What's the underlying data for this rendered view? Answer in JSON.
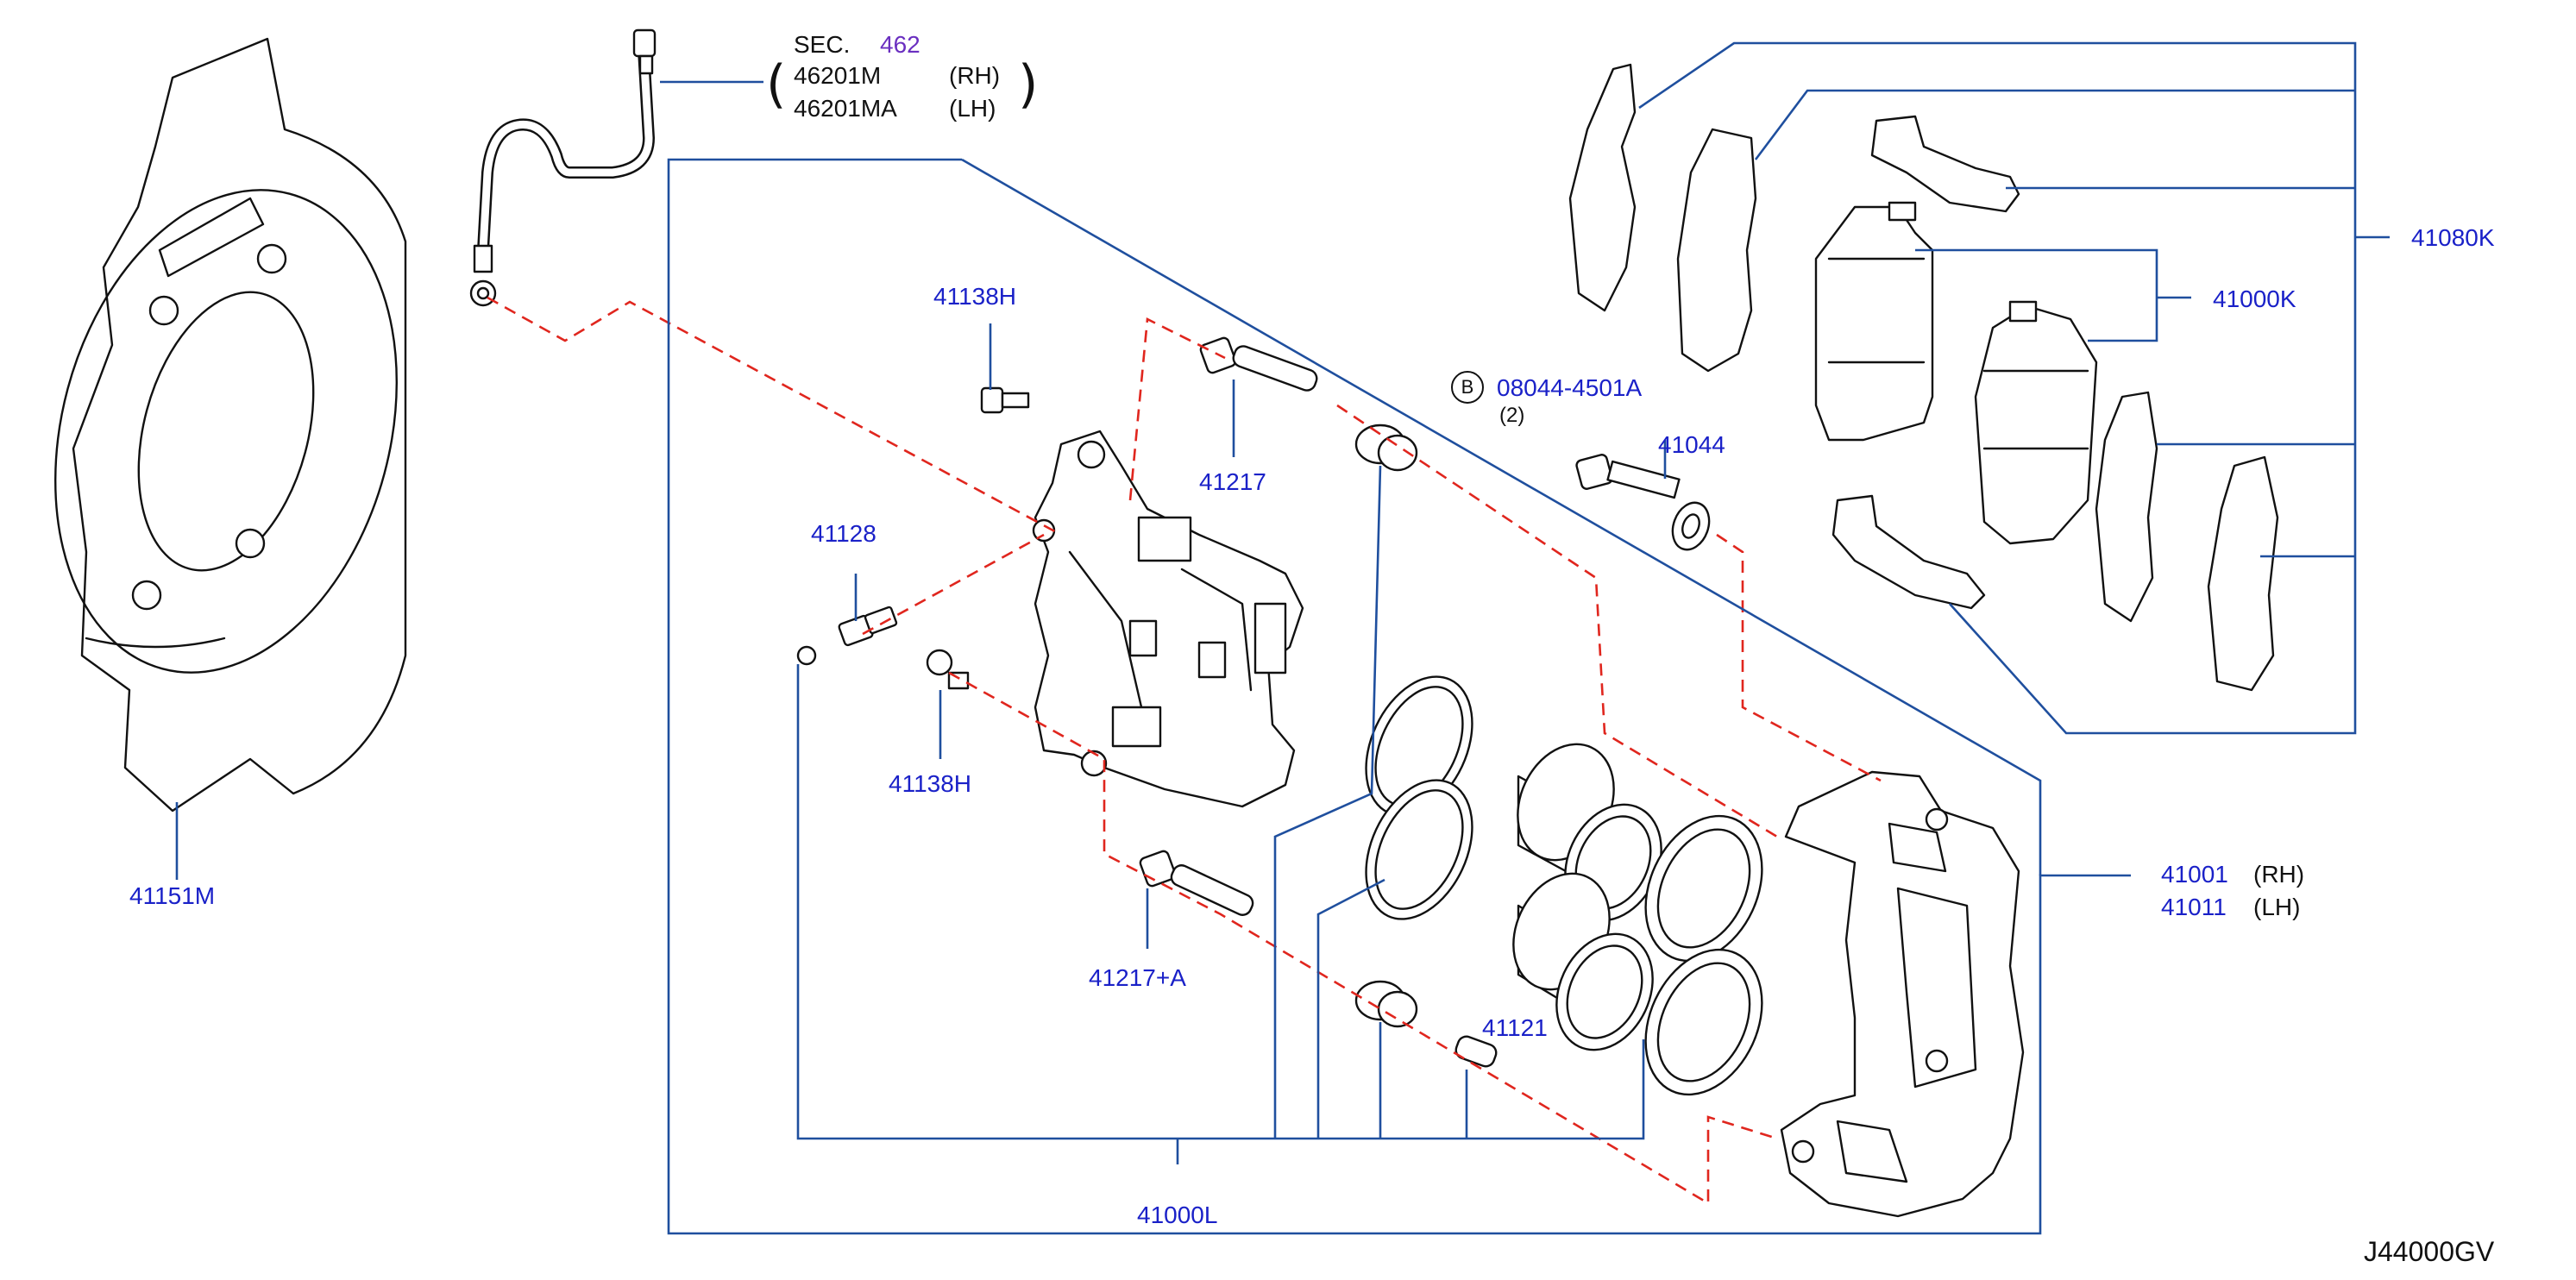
{
  "labels": {
    "sec": "SEC.",
    "sec_num": "462",
    "hose_rh_part": "46201M",
    "hose_rh_side": "(RH)",
    "hose_lh_part": "46201MA",
    "hose_lh_side": "(LH)",
    "backing_plate": "41151M",
    "bolt_upper": "41138H",
    "bolt_lower": "41138H",
    "bleeder": "41128",
    "pin_upper": "41217",
    "pin_lower": "41217+A",
    "bolt_b_symbol": "B",
    "bolt_b_part": "08044-4501A",
    "bolt_b_qty": "(2)",
    "washer": "41044",
    "piston": "41121",
    "seal_kit": "41000L",
    "caliper_rh_part": "41001",
    "caliper_rh_side": "(RH)",
    "caliper_lh_part": "41011",
    "caliper_lh_side": "(LH)",
    "pad_kit": "41000K",
    "pad_hardware_kit": "41080K",
    "diagram_code": "J44000GV"
  },
  "colors": {
    "label_blue": "#1a21c8",
    "leader_blue": "#1f4f9e",
    "dashed_red": "#e0261e",
    "section_purple": "#6a2fc0",
    "line_art": "#111111"
  }
}
